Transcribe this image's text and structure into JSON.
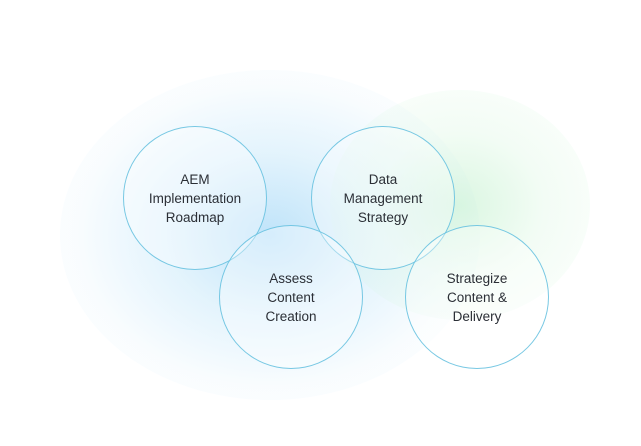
{
  "diagram": {
    "accent_color": "#60bede",
    "nodes": [
      {
        "id": "aem-implementation-roadmap",
        "label": "AEM\nImplementation\nRoadmap"
      },
      {
        "id": "data-management-strategy",
        "label": "Data\nManagement\nStrategy"
      },
      {
        "id": "assess-content-creation",
        "label": "Assess\nContent\nCreation"
      },
      {
        "id": "strategize-content-delivery",
        "label": "Strategize\nContent &\nDelivery"
      }
    ]
  }
}
